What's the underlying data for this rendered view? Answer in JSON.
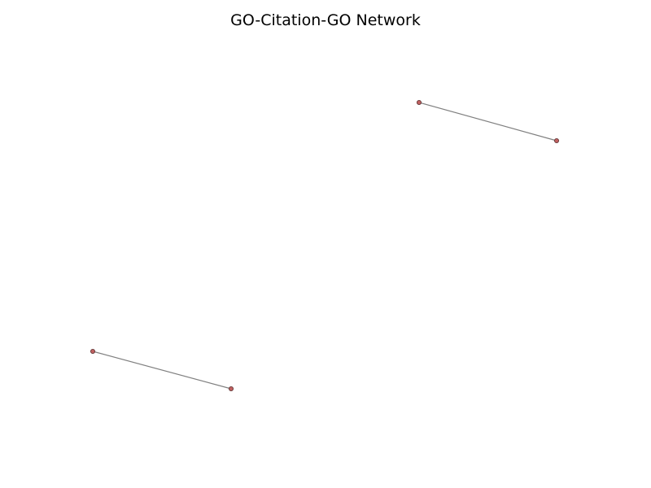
{
  "title": "GO-Citation-GO Network",
  "style": {
    "node_fill": "#c06060",
    "node_stroke": "#5a3030",
    "edge_color": "#808080"
  },
  "graph": {
    "nodes": [
      {
        "id": "n1"
      },
      {
        "id": "n2"
      },
      {
        "id": "n3"
      },
      {
        "id": "n4"
      }
    ],
    "edges": [
      {
        "source": "n1",
        "target": "n2"
      },
      {
        "source": "n3",
        "target": "n4"
      }
    ]
  }
}
